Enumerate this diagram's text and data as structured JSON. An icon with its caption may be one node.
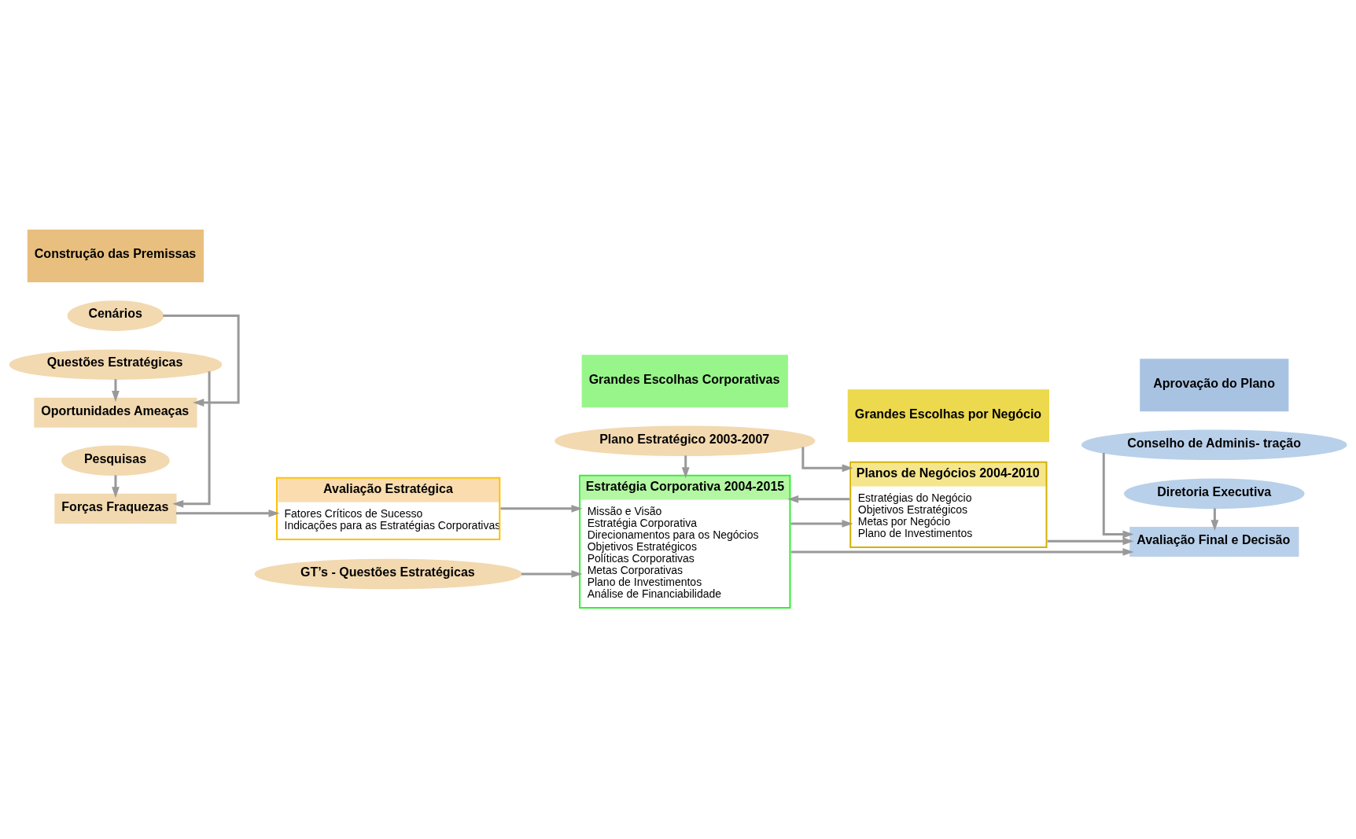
{
  "diagram": {
    "nodes": [
      {
        "text": [
          "Cenários"
        ]
      },
      {
        "text": [
          "Oportunidades Ameaças"
        ]
      },
      {
        "text": [
          "Questões Estratégicas"
        ]
      },
      {
        "text": [
          "Forças Fraquezas"
        ]
      },
      {
        "text": [
          "Pesquisas"
        ]
      },
      {
        "text": [
          "Avaliação Estratégica",
          "Fatores Críticos de Sucesso",
          "Indicações para as Estratégias Corporativas"
        ]
      },
      {
        "text": [
          "GT’s - Questões Estratégicas"
        ]
      },
      {
        "text": [
          "Plano Estratégico 2003-2007"
        ]
      },
      {
        "text": [
          "Estratégia Corporativa 2004-2015",
          "Missão e Visão",
          "Estratégia Corporativa",
          "Direcionamentos para os Negócios",
          "Objetivos Estratégicos",
          "Políticas Corporativas",
          "Metas Corporativas",
          "Plano de Investimentos",
          "Análise de Financiabilidade"
        ]
      },
      {
        "text": [
          "Planos de Negócios 2004-2010",
          "Estratégias do Negócio",
          "Objetivos Estratégicos",
          "Metas por Negócio",
          "Plano de Investimentos"
        ]
      },
      {
        "text": [
          "Conselho de Adminis- tração"
        ]
      },
      {
        "text": [
          "Avaliação Final e Decisão"
        ]
      },
      {
        "text": [
          "Diretoria Executiva"
        ]
      },
      {
        "text": [
          "Construção das Premissas"
        ]
      },
      {
        "text": [
          "Grandes Escolhas Corporativas"
        ]
      },
      {
        "text": [
          "Grandes Escolhas por Negócio"
        ]
      },
      {
        "text": [
          "Aprovação do Plano"
        ]
      }
    ],
    "edges": [
      {
        "from": 0,
        "to": 1,
        "arrow": "to"
      },
      {
        "from": 2,
        "to": 1,
        "arrow": "to"
      },
      {
        "from": 2,
        "to": 3,
        "arrow": "to"
      },
      {
        "from": 4,
        "to": 3,
        "arrow": "to"
      },
      {
        "from": 3,
        "to": 5,
        "arrow": "to"
      },
      {
        "from": 5,
        "to": 8,
        "arrow": "to"
      },
      {
        "from": 7,
        "to": 8,
        "arrow": "to"
      },
      {
        "from": 7,
        "to": 9,
        "arrow": "to"
      },
      {
        "from": 6,
        "to": 8,
        "arrow": "to"
      },
      {
        "from": 8,
        "to": 9,
        "arrow": "to"
      },
      {
        "from": 9,
        "to": 8,
        "arrow": "to"
      },
      {
        "from": 9,
        "to": 11,
        "arrow": "to"
      },
      {
        "from": 10,
        "to": 11,
        "arrow": "to"
      },
      {
        "from": 12,
        "to": 11,
        "arrow": "to"
      },
      {
        "from": 8,
        "to": 11,
        "arrow": "to"
      }
    ]
  }
}
